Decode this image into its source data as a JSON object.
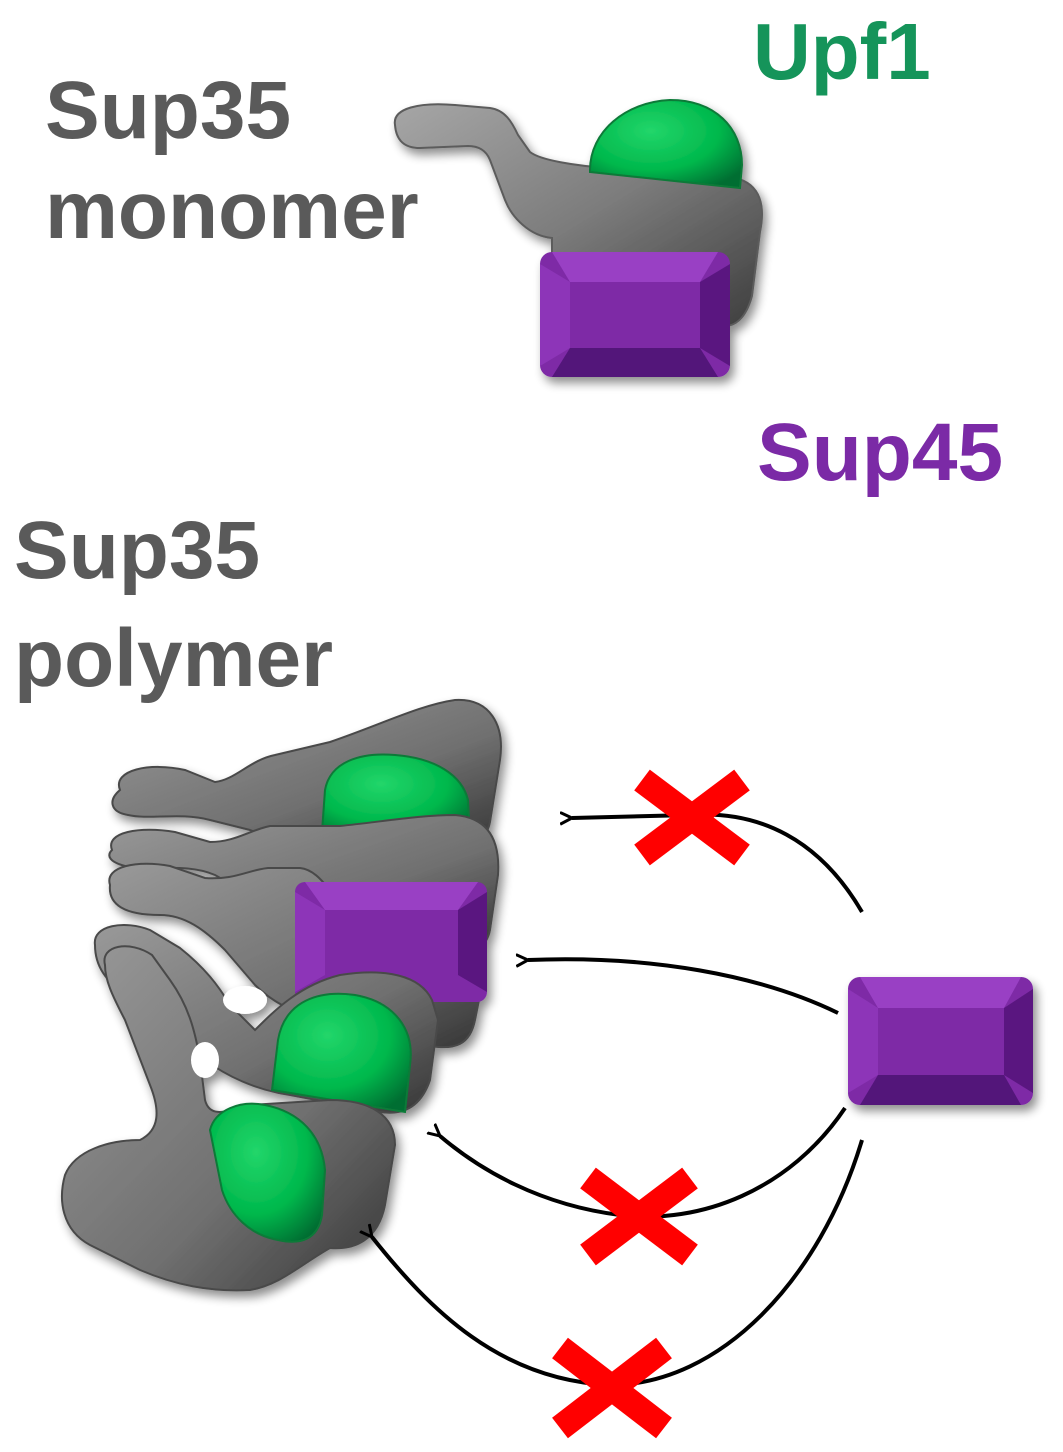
{
  "labels": {
    "monomer_line1": "Sup35",
    "monomer_line2": "monomer",
    "upf1": "Upf1",
    "sup45": "Sup45",
    "polymer_line1": "Sup35",
    "polymer_line2": "polymer"
  },
  "colors": {
    "sup35_gray": "#808080",
    "upf1_green": "#00b84c",
    "upf1_text": "#15945a",
    "sup45_purple": "#7e2aa6",
    "sup45_text": "#7b2aa6",
    "label_gray": "#5a5a5a",
    "blocked_cross": "#ff0000",
    "arrow": "#000000"
  },
  "interactions": [
    {
      "from": "Sup45",
      "to": "Sup35 polymer",
      "blocked": true
    },
    {
      "from": "Sup45",
      "to": "Sup35 polymer",
      "blocked": false
    },
    {
      "from": "Sup45",
      "to": "Sup35 polymer",
      "blocked": true
    },
    {
      "from": "Sup45",
      "to": "Sup35 polymer",
      "blocked": true
    }
  ]
}
